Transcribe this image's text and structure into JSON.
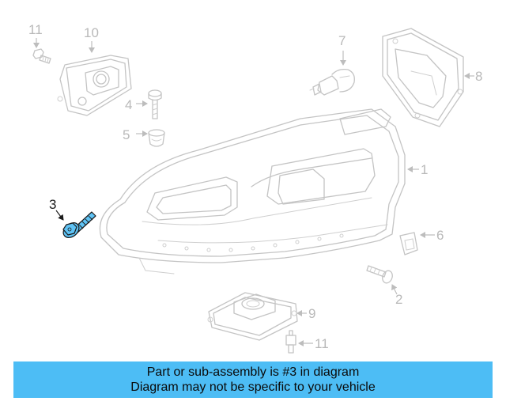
{
  "diagram": {
    "highlight_color": "#5fc3f5",
    "callouts": [
      "1",
      "2",
      "3",
      "4",
      "5",
      "6",
      "7",
      "8",
      "9",
      "10",
      "11",
      "11"
    ],
    "highlighted_callout": "3"
  },
  "banner": {
    "line1": "Part or sub-assembly is #3 in diagram",
    "line2": "Diagram may not be specific to your vehicle",
    "color": "#4dbdf5"
  }
}
